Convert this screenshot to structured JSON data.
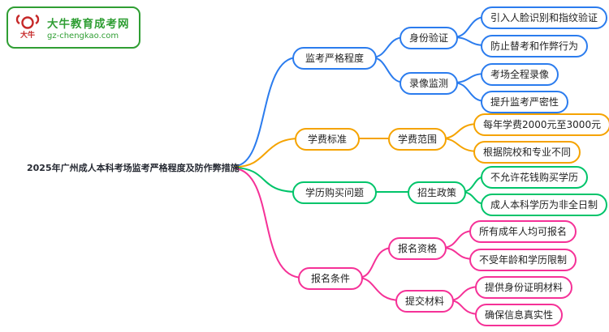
{
  "logo": {
    "brand": "大牛教育成考网",
    "domain": "gz-chengkao.com",
    "icon_label": "大牛",
    "colors": {
      "green": "#2f9e33",
      "red": "#c62828"
    }
  },
  "root": {
    "label": "2025年广州成人本科考场监考严格程度及防作弊措施",
    "color": "#262a33"
  },
  "branches": [
    {
      "id": "supervision",
      "label": "监考严格程度",
      "color": "#2b7cee",
      "children": [
        {
          "label": "身份验证",
          "children": [
            {
              "label": "引入人脸识别和指纹验证"
            },
            {
              "label": "防止替考和作弊行为"
            }
          ]
        },
        {
          "label": "录像监测",
          "children": [
            {
              "label": "考场全程录像"
            },
            {
              "label": "提升监考严密性"
            }
          ]
        }
      ]
    },
    {
      "id": "tuition",
      "label": "学费标准",
      "color": "#f5a300",
      "children": [
        {
          "label": "学费范围",
          "children": [
            {
              "label": "每年学费2000元至3000元"
            },
            {
              "label": "根据院校和专业不同"
            }
          ]
        }
      ]
    },
    {
      "id": "degree-purchase",
      "label": "学历购买问题",
      "color": "#00c46a",
      "children": [
        {
          "label": "招生政策",
          "children": [
            {
              "label": "不允许花钱购买学历"
            },
            {
              "label": "成人本科学历为非全日制"
            }
          ]
        }
      ]
    },
    {
      "id": "registration",
      "label": "报名条件",
      "color": "#f53197",
      "children": [
        {
          "label": "报名资格",
          "children": [
            {
              "label": "所有成年人均可报名"
            },
            {
              "label": "不受年龄和学历限制"
            }
          ]
        },
        {
          "label": "提交材料",
          "children": [
            {
              "label": "提供身份证明材料"
            },
            {
              "label": "确保信息真实性"
            }
          ]
        }
      ]
    }
  ]
}
